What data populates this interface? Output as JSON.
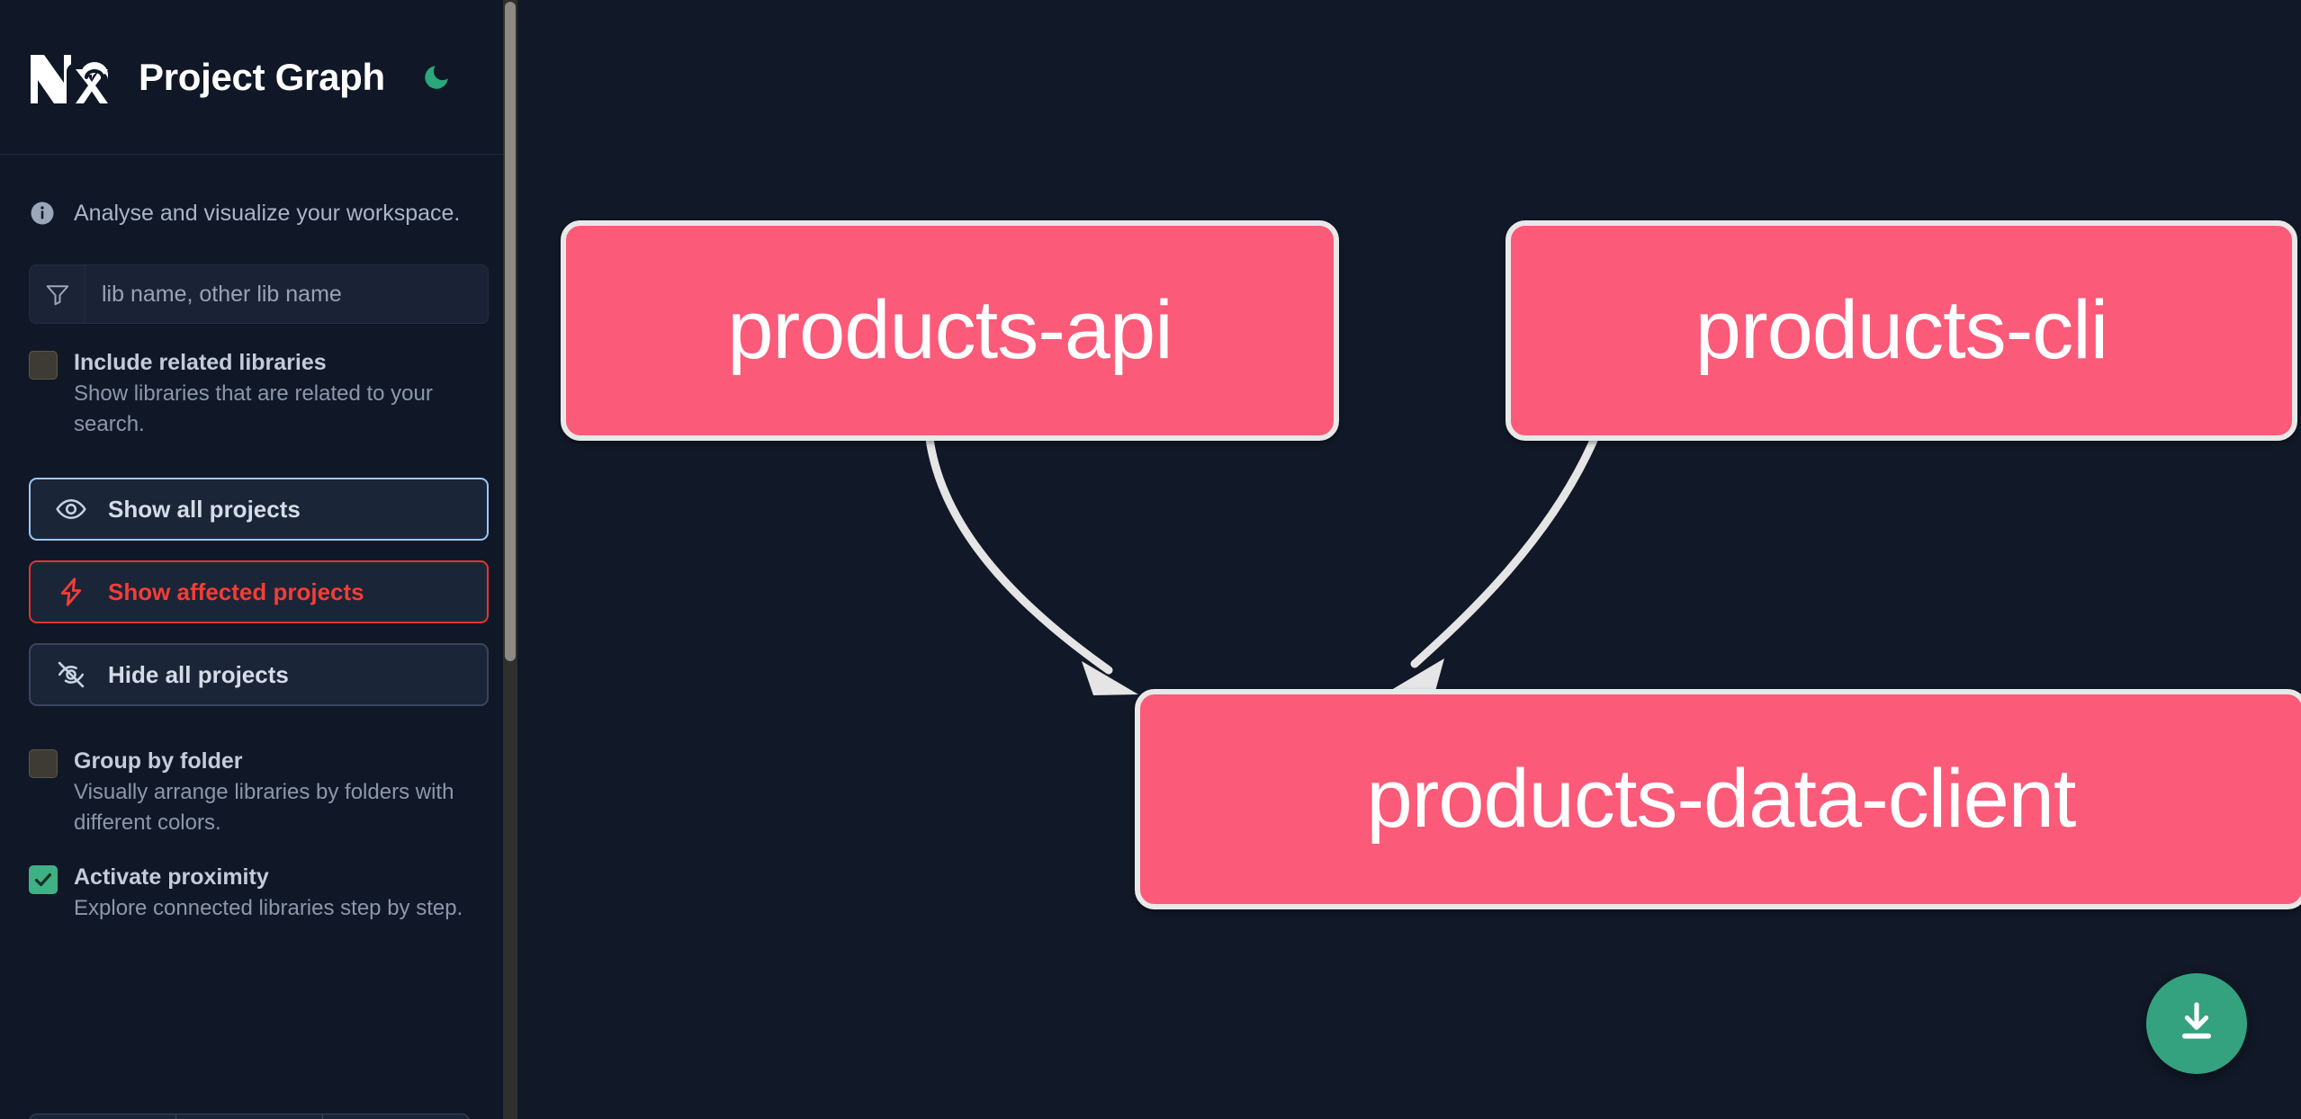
{
  "app": {
    "title": "Project Graph",
    "logo_icon": "nx-logo-icon",
    "theme_toggle_icon": "moon-icon",
    "background_color": "#111827",
    "sidebar_color": "#101827"
  },
  "sidebar": {
    "tagline": {
      "icon": "info-circle-icon",
      "text": "Analyse and visualize your workspace."
    },
    "search": {
      "icon": "filter-funnel-icon",
      "value": "",
      "placeholder": "lib name, other lib name"
    },
    "options": [
      {
        "key": "include_related",
        "icon": "checkbox-unchecked-icon",
        "label": "Include related libraries",
        "description": "Show libraries that are related to your search.",
        "checked": false
      },
      {
        "key": "group_by_folder",
        "icon": "checkbox-unchecked-icon",
        "label": "Group by folder",
        "description": "Visually arrange libraries by folders with different colors.",
        "checked": false
      },
      {
        "key": "activate_proximity",
        "icon": "checkbox-checked-icon",
        "label": "Activate proximity",
        "description": "Explore connected libraries step by step.",
        "checked": true
      }
    ],
    "buttons": [
      {
        "key": "show_all",
        "icon": "eye-icon",
        "label": "Show all projects",
        "style": "blue",
        "border_color": "#9cc6f5"
      },
      {
        "key": "show_affected",
        "icon": "lightning-bolt-icon",
        "label": "Show affected projects",
        "style": "red",
        "border_color": "#e3342f"
      },
      {
        "key": "hide_all",
        "icon": "eye-off-icon",
        "label": "Hide all projects",
        "style": "gray",
        "border_color": "#39455c"
      }
    ],
    "scrollbar": {
      "name": "sidebar-scrollbar"
    }
  },
  "graph": {
    "node_fill_color": "#fb5a78",
    "node_border_color": "#e8e8e8",
    "edge_color": "#e5e5e5",
    "nodes": [
      {
        "id": "products-api",
        "label": "products-api"
      },
      {
        "id": "products-cli",
        "label": "products-cli"
      },
      {
        "id": "products-data-client",
        "label": "products-data-client"
      }
    ],
    "edges": [
      {
        "from": "products-api",
        "to": "products-data-client"
      },
      {
        "from": "products-cli",
        "to": "products-data-client"
      }
    ],
    "download_button": {
      "icon": "download-icon",
      "color": "#34a27e"
    }
  }
}
